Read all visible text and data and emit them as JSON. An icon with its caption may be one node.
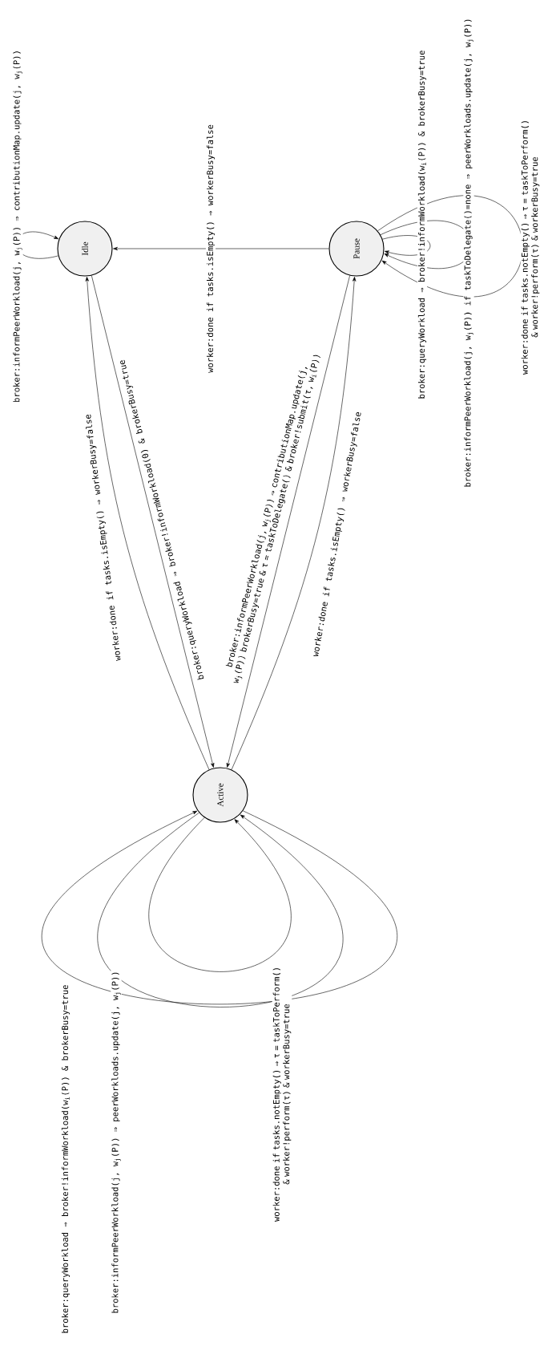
{
  "diagram": {
    "nodes": [
      {
        "text": [
          "Idle"
        ]
      },
      {
        "text": [
          "Pause"
        ]
      },
      {
        "text": [
          "Active"
        ]
      }
    ],
    "edges": [
      {
        "from": 1,
        "to": 0,
        "arrow": "to",
        "label": "worker:done if tasks.isEmpty() ⇒ workerBusy=false"
      },
      {
        "from": 0,
        "to": 0,
        "arrow": "to",
        "label": "broker:informPeerWorkload(j, w$_{j}$(P)) ⇒ contributionMap.update(j, w$_{j}$(P))"
      },
      {
        "from": 0,
        "to": 2,
        "arrow": "to",
        "label": "broker:queryWorkload ⇒ broker!informWorkload(0) & brokerBusy=true"
      },
      {
        "from": 2,
        "to": 0,
        "arrow": "to",
        "label": "worker:done if tasks.isEmpty() ⇒ workerBusy=false"
      },
      {
        "from": 1,
        "to": 2,
        "arrow": "to",
        "label": "broker:informPeerWorkload(j, w$_{j}$(P)) ⇒ contributionMap.update(j, w$_{j}$(P)) brokerBusy=true & τ = taskToDelegate() & broker!submit(τ, w$_{i}$(P))"
      },
      {
        "from": 2,
        "to": 1,
        "arrow": "to",
        "label": "worker:done if tasks.isEmpty() ⇒ workerBusy=false"
      },
      {
        "from": 1,
        "to": 1,
        "arrow": "to",
        "label": "broker:queryWorkload ⇒ broker!informWorkload(w$_{i}$(P)) & brokerBusy=true"
      },
      {
        "from": 1,
        "to": 1,
        "arrow": "to",
        "label": "broker:informPeerWorkload(j, w$_{j}$(P)) if taskToDelegate()=none ⇒ peerWorkloads.update(j, w$_{j}$(P))"
      },
      {
        "from": 1,
        "to": 1,
        "arrow": "to",
        "label": "worker:done if tasks.notEmpty() ⇒ τ = taskToPerform() & worker!perform(τ) & workerBusy=true"
      },
      {
        "from": 2,
        "to": 2,
        "arrow": "to",
        "label": "broker:queryWorkload ⇒ broker!informWorkload(w$_{i}$(P)) & brokerBusy=true"
      },
      {
        "from": 2,
        "to": 2,
        "arrow": "to",
        "label": "broker:informPeerWorkload(j, w$_{j}$(P)) ⇒ peerWorkloads.update(j, w$_{j}$(P))"
      },
      {
        "from": 2,
        "to": 2,
        "arrow": "to",
        "label": "worker:done if tasks.notEmpty() ⇒ τ = taskToPerform() & worker!perform(τ) & workerBusy=true"
      }
    ]
  }
}
